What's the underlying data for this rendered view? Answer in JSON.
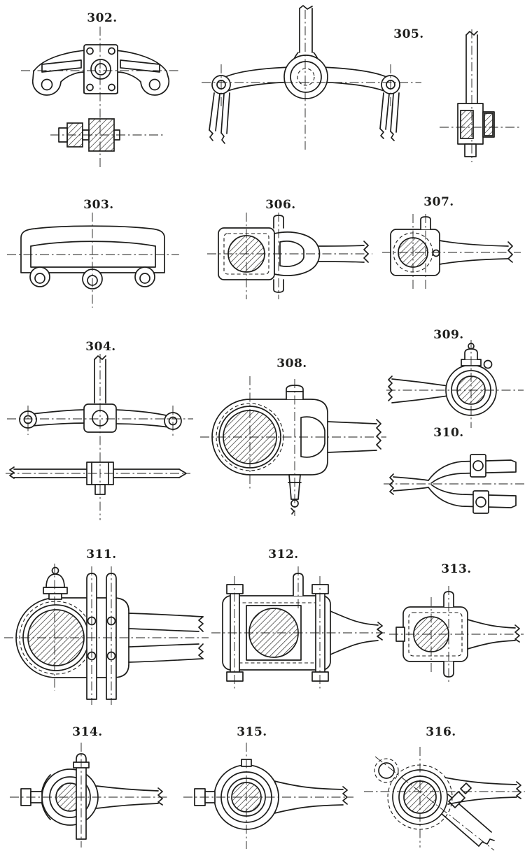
{
  "page": {
    "background_color": "#ffffff",
    "ink_color": "#1d1d1b"
  },
  "figures": [
    {
      "id": "302",
      "label": "302."
    },
    {
      "id": "303",
      "label": "303."
    },
    {
      "id": "304",
      "label": "304."
    },
    {
      "id": "305",
      "label": "305."
    },
    {
      "id": "306",
      "label": "306."
    },
    {
      "id": "307",
      "label": "307."
    },
    {
      "id": "308",
      "label": "308."
    },
    {
      "id": "309",
      "label": "309."
    },
    {
      "id": "310",
      "label": "310."
    },
    {
      "id": "311",
      "label": "311."
    },
    {
      "id": "312",
      "label": "312."
    },
    {
      "id": "313",
      "label": "313."
    },
    {
      "id": "314",
      "label": "314."
    },
    {
      "id": "315",
      "label": "315."
    },
    {
      "id": "316",
      "label": "316."
    }
  ]
}
